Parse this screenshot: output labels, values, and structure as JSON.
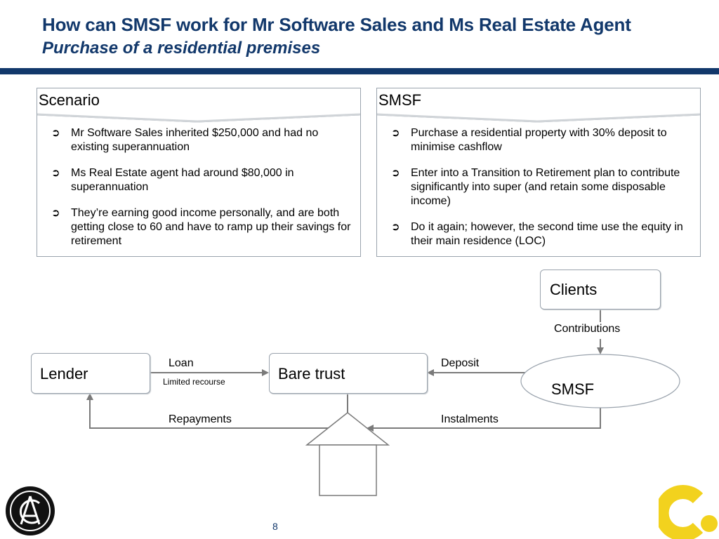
{
  "header": {
    "title": "How can SMSF work for Mr Software Sales and Ms Real Estate Agent",
    "subtitle": "Purchase of a residential premises"
  },
  "scenario": {
    "heading": "Scenario",
    "bullets": [
      "Mr Software Sales inherited $250,000 and had no existing superannuation",
      "Ms Real Estate agent had around $80,000 in superannuation",
      "They’re earning good income personally, and are both getting close to 60 and have to ramp up their savings for retirement"
    ]
  },
  "smsf_panel": {
    "heading": "SMSF",
    "bullets": [
      "Purchase a residential property with 30% deposit to minimise cashflow",
      "Enter into a Transition to Retirement plan to contribute significantly into super (and retain some disposable income)",
      "Do it again; however, the second time use the equity in their main residence (LOC)"
    ]
  },
  "diagram": {
    "clients": "Clients",
    "contributions": "Contributions",
    "lender": "Lender",
    "loan": "Loan",
    "limited_recourse": "Limited recourse",
    "bare_trust": "Bare trust",
    "deposit": "Deposit",
    "smsf": "SMSF",
    "repayments": "Repayments",
    "instalments": "Instalments"
  },
  "footer": {
    "page_number": "8"
  },
  "colors": {
    "brand_navy": "#12386b",
    "accent_yellow": "#f2d21e",
    "border_grey": "#9aa3ad",
    "line_grey": "#7a7a7a"
  }
}
